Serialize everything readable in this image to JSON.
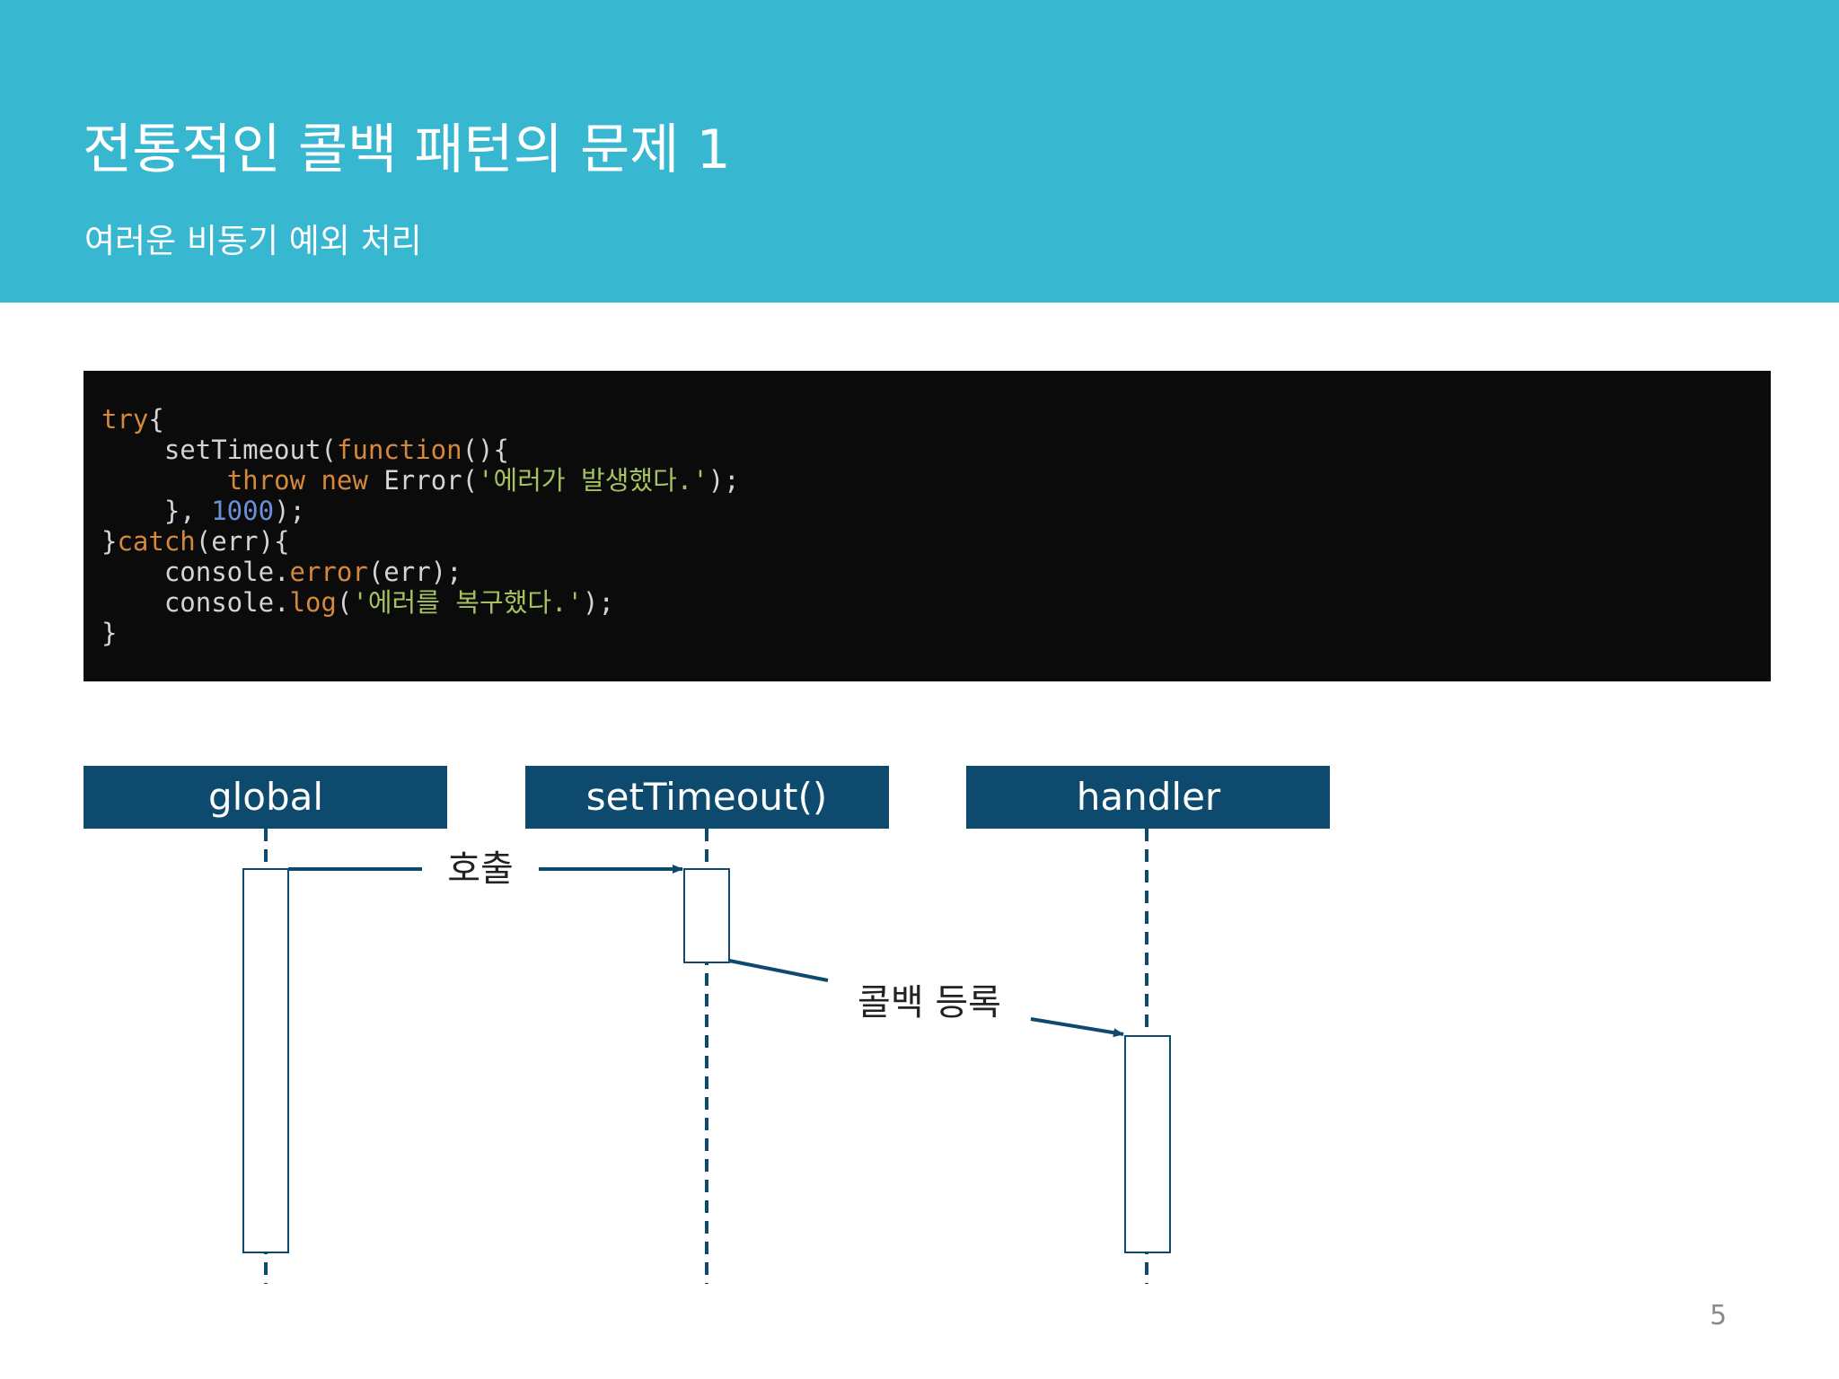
{
  "slide": {
    "title": "전통적인 콜백 패턴의 문제 1",
    "subtitle": "여러운 비동기 예외 처리",
    "page_number": "5",
    "colors": {
      "header_bg": "#38b7d1",
      "code_bg": "#0b0b0c",
      "participant_bg": "#0e4a6e",
      "line": "#0e4a6e",
      "keyword": "#d5883a",
      "string": "#a5c261",
      "number": "#6b8fd8"
    }
  },
  "code": {
    "lines": [
      [
        {
          "t": "try",
          "c": "kw"
        },
        {
          "t": "{",
          "c": "pl"
        }
      ],
      [
        {
          "t": "    setTimeout(",
          "c": "pl"
        },
        {
          "t": "function",
          "c": "kw"
        },
        {
          "t": "(){",
          "c": "pl"
        }
      ],
      [
        {
          "t": "        ",
          "c": "pl"
        },
        {
          "t": "throw",
          "c": "kw"
        },
        {
          "t": " ",
          "c": "pl"
        },
        {
          "t": "new",
          "c": "kw"
        },
        {
          "t": " Error(",
          "c": "pl"
        },
        {
          "t": "'에러가 발생했다.'",
          "c": "str"
        },
        {
          "t": ");",
          "c": "pl"
        }
      ],
      [
        {
          "t": "    }, ",
          "c": "pl"
        },
        {
          "t": "1000",
          "c": "num"
        },
        {
          "t": ");",
          "c": "pl"
        }
      ],
      [
        {
          "t": "}",
          "c": "pl"
        },
        {
          "t": "catch",
          "c": "kw"
        },
        {
          "t": "(err){",
          "c": "pl"
        }
      ],
      [
        {
          "t": "    console.",
          "c": "pl"
        },
        {
          "t": "error",
          "c": "kw"
        },
        {
          "t": "(err);",
          "c": "pl"
        }
      ],
      [
        {
          "t": "    console.",
          "c": "pl"
        },
        {
          "t": "log",
          "c": "kw"
        },
        {
          "t": "(",
          "c": "pl"
        },
        {
          "t": "'에러를 복구했다.'",
          "c": "str"
        },
        {
          "t": ");",
          "c": "pl"
        }
      ],
      [
        {
          "t": "}",
          "c": "pl"
        }
      ]
    ]
  },
  "diagram": {
    "participants": [
      {
        "label": "global"
      },
      {
        "label": "setTimeout()"
      },
      {
        "label": "handler"
      }
    ],
    "messages": [
      {
        "label": "호출",
        "from": "global",
        "to": "setTimeout()"
      },
      {
        "label": "콜백 등록",
        "from": "setTimeout()",
        "to": "handler"
      }
    ]
  }
}
